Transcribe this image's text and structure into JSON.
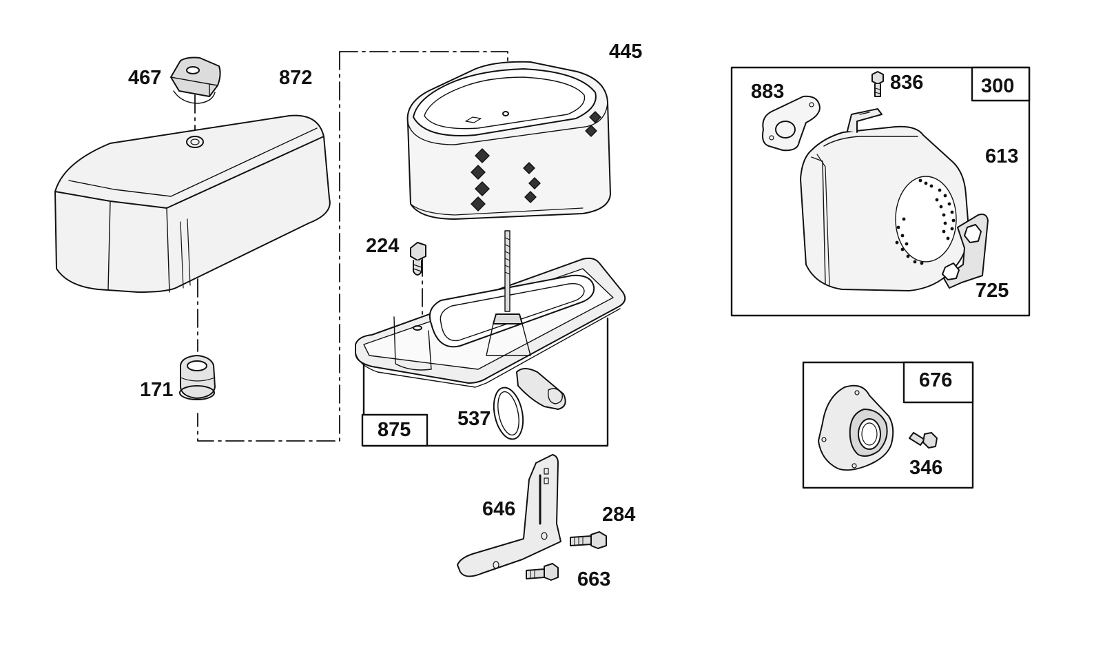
{
  "diagram": {
    "parts": {
      "p467": "467",
      "p872": "872",
      "p445": "445",
      "p224": "224",
      "p171": "171",
      "p537": "537",
      "p875": "875",
      "p646": "646",
      "p284": "284",
      "p663": "663",
      "p883": "883",
      "p836": "836",
      "p300": "300",
      "p613": "613",
      "p725": "725",
      "p676": "676",
      "p346": "346"
    },
    "colors": {
      "ink": "#111111",
      "fill": "#ececec",
      "shade": "#d6d6d6"
    }
  }
}
